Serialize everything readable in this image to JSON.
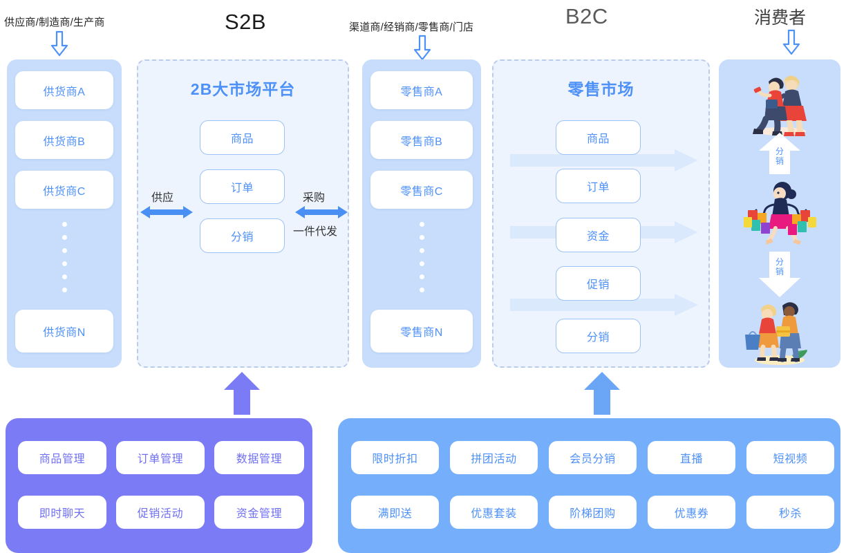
{
  "headers": {
    "supplier_label": "供应商/制造商/生产商",
    "s2b": "S2B",
    "channel_label": "渠道商/经销商/零售商/门店",
    "b2c": "B2C",
    "consumer_label": "消费者"
  },
  "supplier_column": {
    "items": [
      "供货商A",
      "供货商B",
      "供货商C"
    ],
    "last": "供货商N",
    "dot_count": 6
  },
  "platform": {
    "title": "2B大市场平台",
    "modules": [
      "商品",
      "订单",
      "分销"
    ],
    "left_flow_label": "供应",
    "right_flow_label_top": "采购",
    "right_flow_label_bottom": "一件代发"
  },
  "retailer_column": {
    "items": [
      "零售商A",
      "零售商B",
      "零售商C"
    ],
    "last": "零售商N",
    "dot_count": 6
  },
  "retail_market": {
    "title": "零售市场",
    "modules": [
      "商品",
      "订单",
      "资金",
      "促销",
      "分销"
    ]
  },
  "consumer_column": {
    "illustrations": [
      "two-people-walking-illustration",
      "woman-with-shopping-bags-illustration",
      "two-shoppers-illustration"
    ],
    "arrows": [
      {
        "label": "分销",
        "direction": "up"
      },
      {
        "label": "分销",
        "direction": "down"
      }
    ]
  },
  "bottom_left_panel": {
    "chips": [
      "商品管理",
      "订单管理",
      "数据管理",
      "即时聊天",
      "促销活动",
      "资金管理"
    ]
  },
  "bottom_right_panel": {
    "chips": [
      "限时折扣",
      "拼团活动",
      "会员分销",
      "直播",
      "短视频",
      "满即送",
      "优惠套装",
      "阶梯团购",
      "优惠券",
      "秒杀"
    ]
  },
  "colors": {
    "brand_blue": "#4d90f8",
    "column_fill": "#c7ddfb",
    "dashed_fill": "#eef4fe",
    "panel_purple": "#7b7bf5",
    "panel_blue": "#75aefb",
    "arrow_blue": "#4d90f8"
  }
}
